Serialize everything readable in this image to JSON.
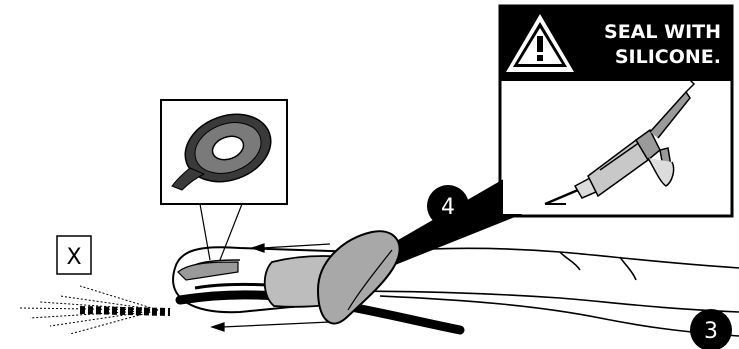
{
  "warning": {
    "line1": "SEAL WITH",
    "line2": "SILICONE."
  },
  "marker_label": "X",
  "steps": {
    "step_in_illustration": "4",
    "page_step": "3"
  },
  "colors": {
    "ink": "#000000",
    "grey_light": "#c8c8c8",
    "grey_mid": "#9a9a9a",
    "grey_dark": "#3a3a3a"
  },
  "icons": {
    "warning": "warning-triangle-icon",
    "tape": "tape-roll-icon",
    "tool": "caulking-gun-icon"
  }
}
